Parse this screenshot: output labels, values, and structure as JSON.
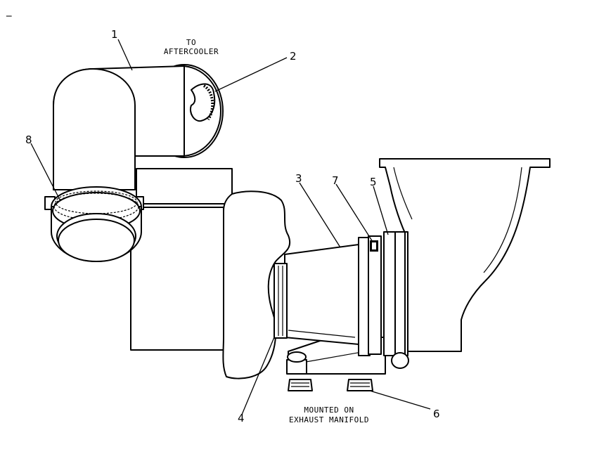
{
  "labels": {
    "to_aftercooler_line1": "TO",
    "to_aftercooler_line2": "AFTERCOOLER",
    "mounted_line1": "MOUNTED ON",
    "mounted_line2": "EXHAUST MANIFOLD"
  },
  "callouts": [
    "1",
    "2",
    "3",
    "4",
    "5",
    "6",
    "7",
    "8"
  ],
  "corner_mark": "_"
}
